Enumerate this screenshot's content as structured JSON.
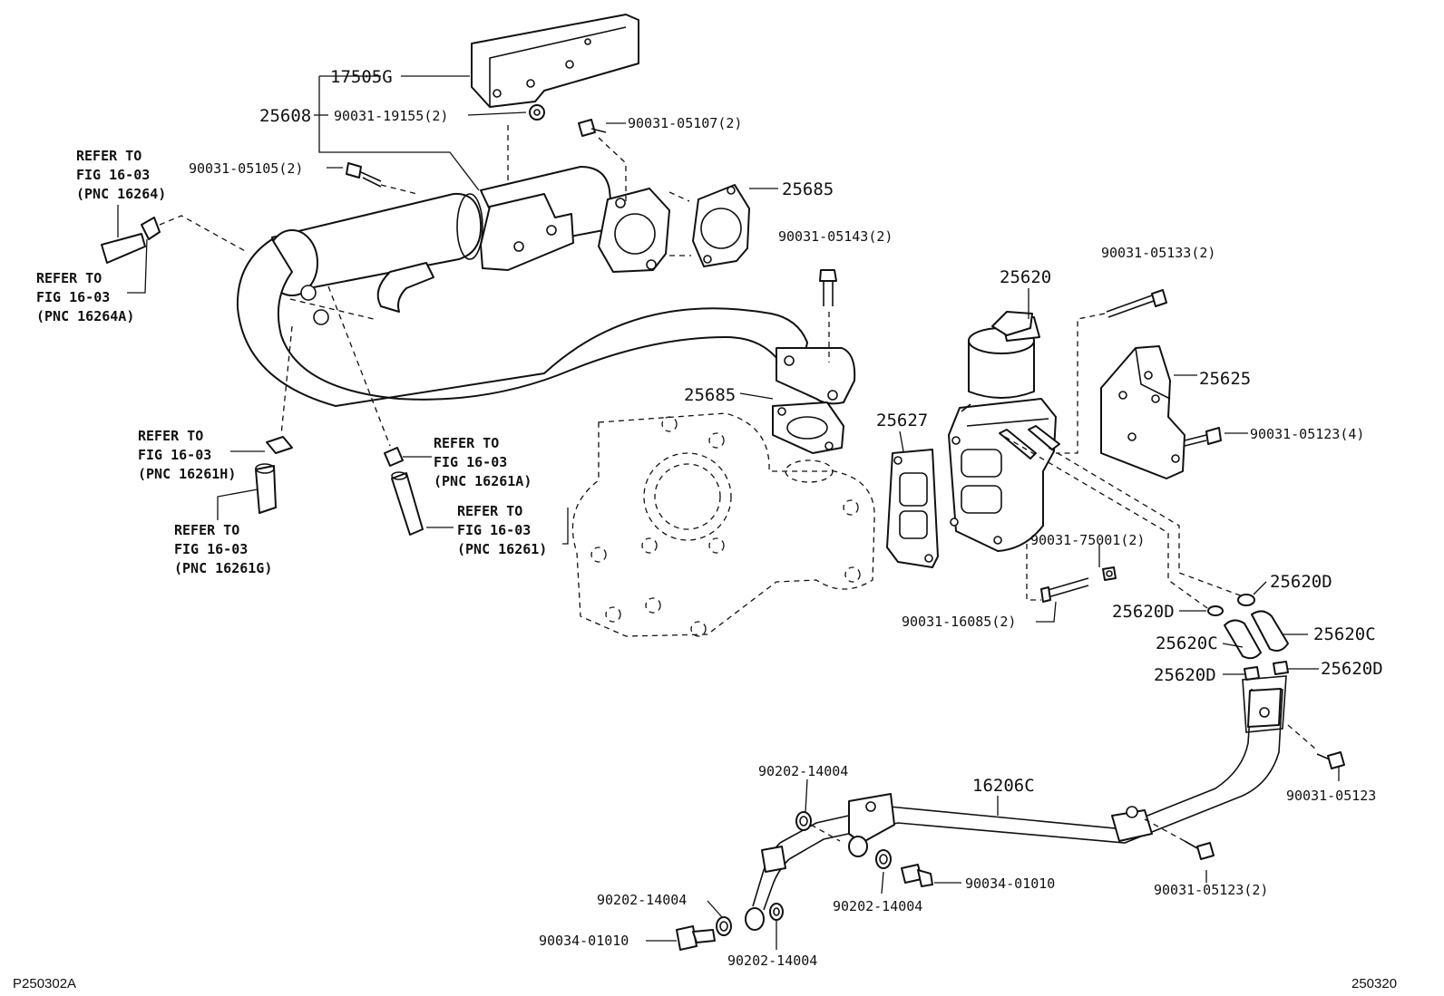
{
  "diagram": {
    "corner_left": "P250302A",
    "corner_right": "250320",
    "labels": {
      "p17505G": "17505G",
      "p25608": "25608",
      "b19155": "90031-19155(2)",
      "b05107": "90031-05107(2)",
      "b05105": "90031-05105(2)",
      "g25685a": "25685",
      "g25685b": "25685",
      "b05143": "90031-05143(2)",
      "b05133": "90031-05133(2)",
      "v25620": "25620",
      "br25625": "25625",
      "b05123x4": "90031-05123(4)",
      "g25627": "25627",
      "b75001": "90031-75001(2)",
      "b16085": "90031-16085(2)",
      "c25620D_1": "25620D",
      "c25620D_2": "25620D",
      "h25620C_1": "25620C",
      "h25620C_2": "25620C",
      "c25620D_3": "25620D",
      "c25620D_4": "25620D",
      "b05123": "90031-05123",
      "p16206C": "16206C",
      "w14004_a": "90202-14004",
      "w14004_b": "90202-14004",
      "w14004_c": "90202-14004",
      "w14004_d": "90202-14004",
      "u01010_a": "90034-01010",
      "u01010_b": "90034-01010",
      "b05123x2": "90031-05123(2)"
    },
    "refs": {
      "r16264": [
        "REFER TO",
        "FIG 16-03",
        "(PNC 16264)"
      ],
      "r16264A": [
        "REFER TO",
        "FIG 16-03",
        "(PNC 16264A)"
      ],
      "r16261H": [
        "REFER TO",
        "FIG 16-03",
        "(PNC 16261H)"
      ],
      "r16261A": [
        "REFER TO",
        "FIG 16-03",
        "(PNC 16261A)"
      ],
      "r16261G": [
        "REFER TO",
        "FIG 16-03",
        "(PNC 16261G)"
      ],
      "r16261": [
        "REFER TO",
        "FIG 16-03",
        "(PNC 16261)"
      ]
    }
  }
}
